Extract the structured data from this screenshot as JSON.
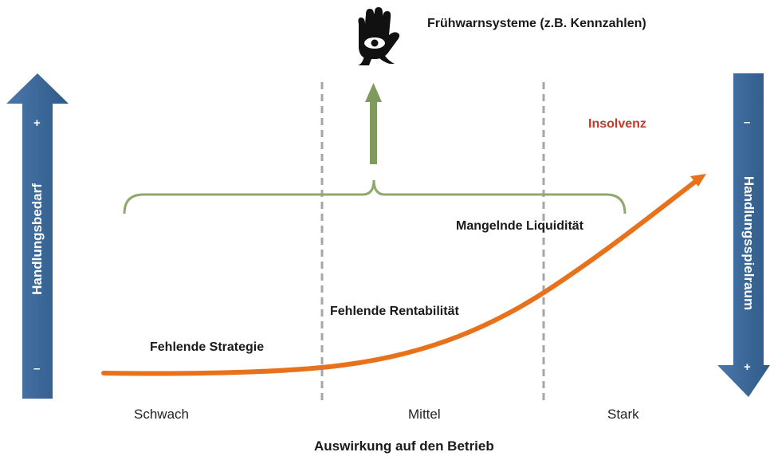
{
  "header": {
    "warning_label": "Frühwarnsysteme (z.B. Kennzahlen)"
  },
  "left_arrow": {
    "label": "Handlungsbedarf",
    "top_sign": "+",
    "bottom_sign": "–"
  },
  "right_arrow": {
    "label": "Handlungsspielraum",
    "top_sign": "–",
    "bottom_sign": "+"
  },
  "stages": {
    "strategy": "Fehlende Strategie",
    "profitability": "Fehlende Rentabilität",
    "liquidity": "Mangelnde Liquidität",
    "insolvency": "Insolvenz"
  },
  "x_axis": {
    "ticks": [
      "Schwach",
      "Mittel",
      "Stark"
    ],
    "title": "Auswirkung auf den Betrieb"
  },
  "colors": {
    "blue_arrow": "#3a6595",
    "green": "#7f9a5a",
    "curve": "#e8721c",
    "insolvency": "#c0392b",
    "divider": "#a6a6a6"
  },
  "icons": {
    "warning": "hand-eye-icon"
  }
}
